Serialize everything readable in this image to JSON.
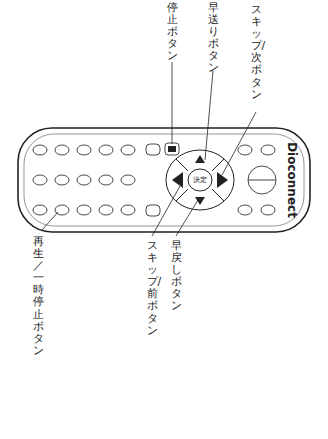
{
  "diagram": {
    "labels": [
      "停止ボタン",
      "早送りボタン",
      "スキップ/次ボタン",
      "再生／一時停止 ボタン",
      "スキップ/前ボタン",
      "早戻しボタン",
      "決定",
      "Dioconnect"
    ]
  }
}
